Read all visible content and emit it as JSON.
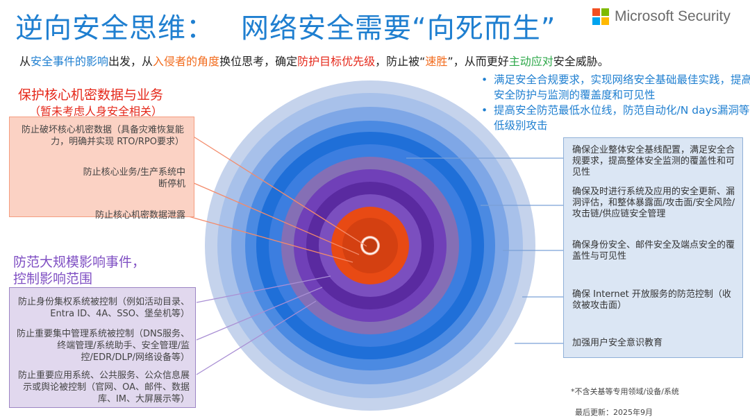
{
  "title": {
    "part1": "逆向安全思维：",
    "part2": "网络安全需要“向死而生”"
  },
  "logo": {
    "text": "Microsoft Security",
    "colors": [
      "#f25022",
      "#7fba00",
      "#00a4ef",
      "#ffb900"
    ]
  },
  "subtitle": {
    "s1": "从",
    "s2": "安全事件的影响",
    "s3": "出发，从",
    "s4": "入侵者的角度",
    "s5": "换位思考，确定",
    "s6": "防护目标优先级",
    "s7": "，防止被“",
    "s8": "速胜",
    "s9": "”，从而更好",
    "s10": "主动应对",
    "s11": "安全威胁。"
  },
  "bullets": [
    "满足安全合规要求，实现网络安全基础最佳实践，提高安全防护与监测的覆盖度和可见性",
    "提高安全防范最低水位线，防范自动化/N days漏洞等低级别攻击"
  ],
  "core_section": {
    "heading": "保护核心机密数据与业务",
    "subheading": "（暂未考虑人身安全相关）",
    "items": [
      "防止破坏核心机密数据（具备灾难恢复能力，明确并实现 RTO/RPO要求）",
      "防止核心业务/生产系统中断停机",
      "防止核心机密数据泄露"
    ]
  },
  "impact_section": {
    "heading_line1": "防范大规模影响事件，",
    "heading_line2": "控制影响范围",
    "items": [
      "防止身份集权系统被控制（例如活动目录、Entra ID、4A、SSO、堡垒机等）",
      "防止重要集中管理系统被控制（DNS服务、终端管理/系统助手、安全管理/监控/EDR/DLP/网络设备等）",
      "防止重要应用系统、公共服务、公众信息展示或舆论被控制（官网、OA、邮件、数据库、IM、大屏展示等）"
    ]
  },
  "baseline_section": {
    "items": [
      "确保企业整体安全基线配置，满足安全合规要求，提高整体安全监测的覆盖性和可见性",
      "确保及时进行系统及应用的安全更新、漏洞评估，和整体暴露面/攻击面/安全风险/攻击链/供应链安全管理",
      "确保身份安全、邮件安全及端点安全的覆盖性与可见性",
      "确保 Internet 开放服务的防范控制（收敛被攻击面）",
      "加强用户安全意识教育"
    ]
  },
  "rings": {
    "colors": [
      "#c5d3ec",
      "#a8c1ea",
      "#7fa7e6",
      "#4b8ae2",
      "#1f6fd8",
      "#3c7ee0",
      "#856fb5",
      "#7040b8",
      "#5a2aa0",
      "#7b4fbf",
      "#e84a14",
      "#d44011",
      "#f6b49f",
      "#c23b10"
    ]
  },
  "footnote": "*不含关基等专用领域/设备/系统",
  "updated": "最后更新：2025年9月"
}
